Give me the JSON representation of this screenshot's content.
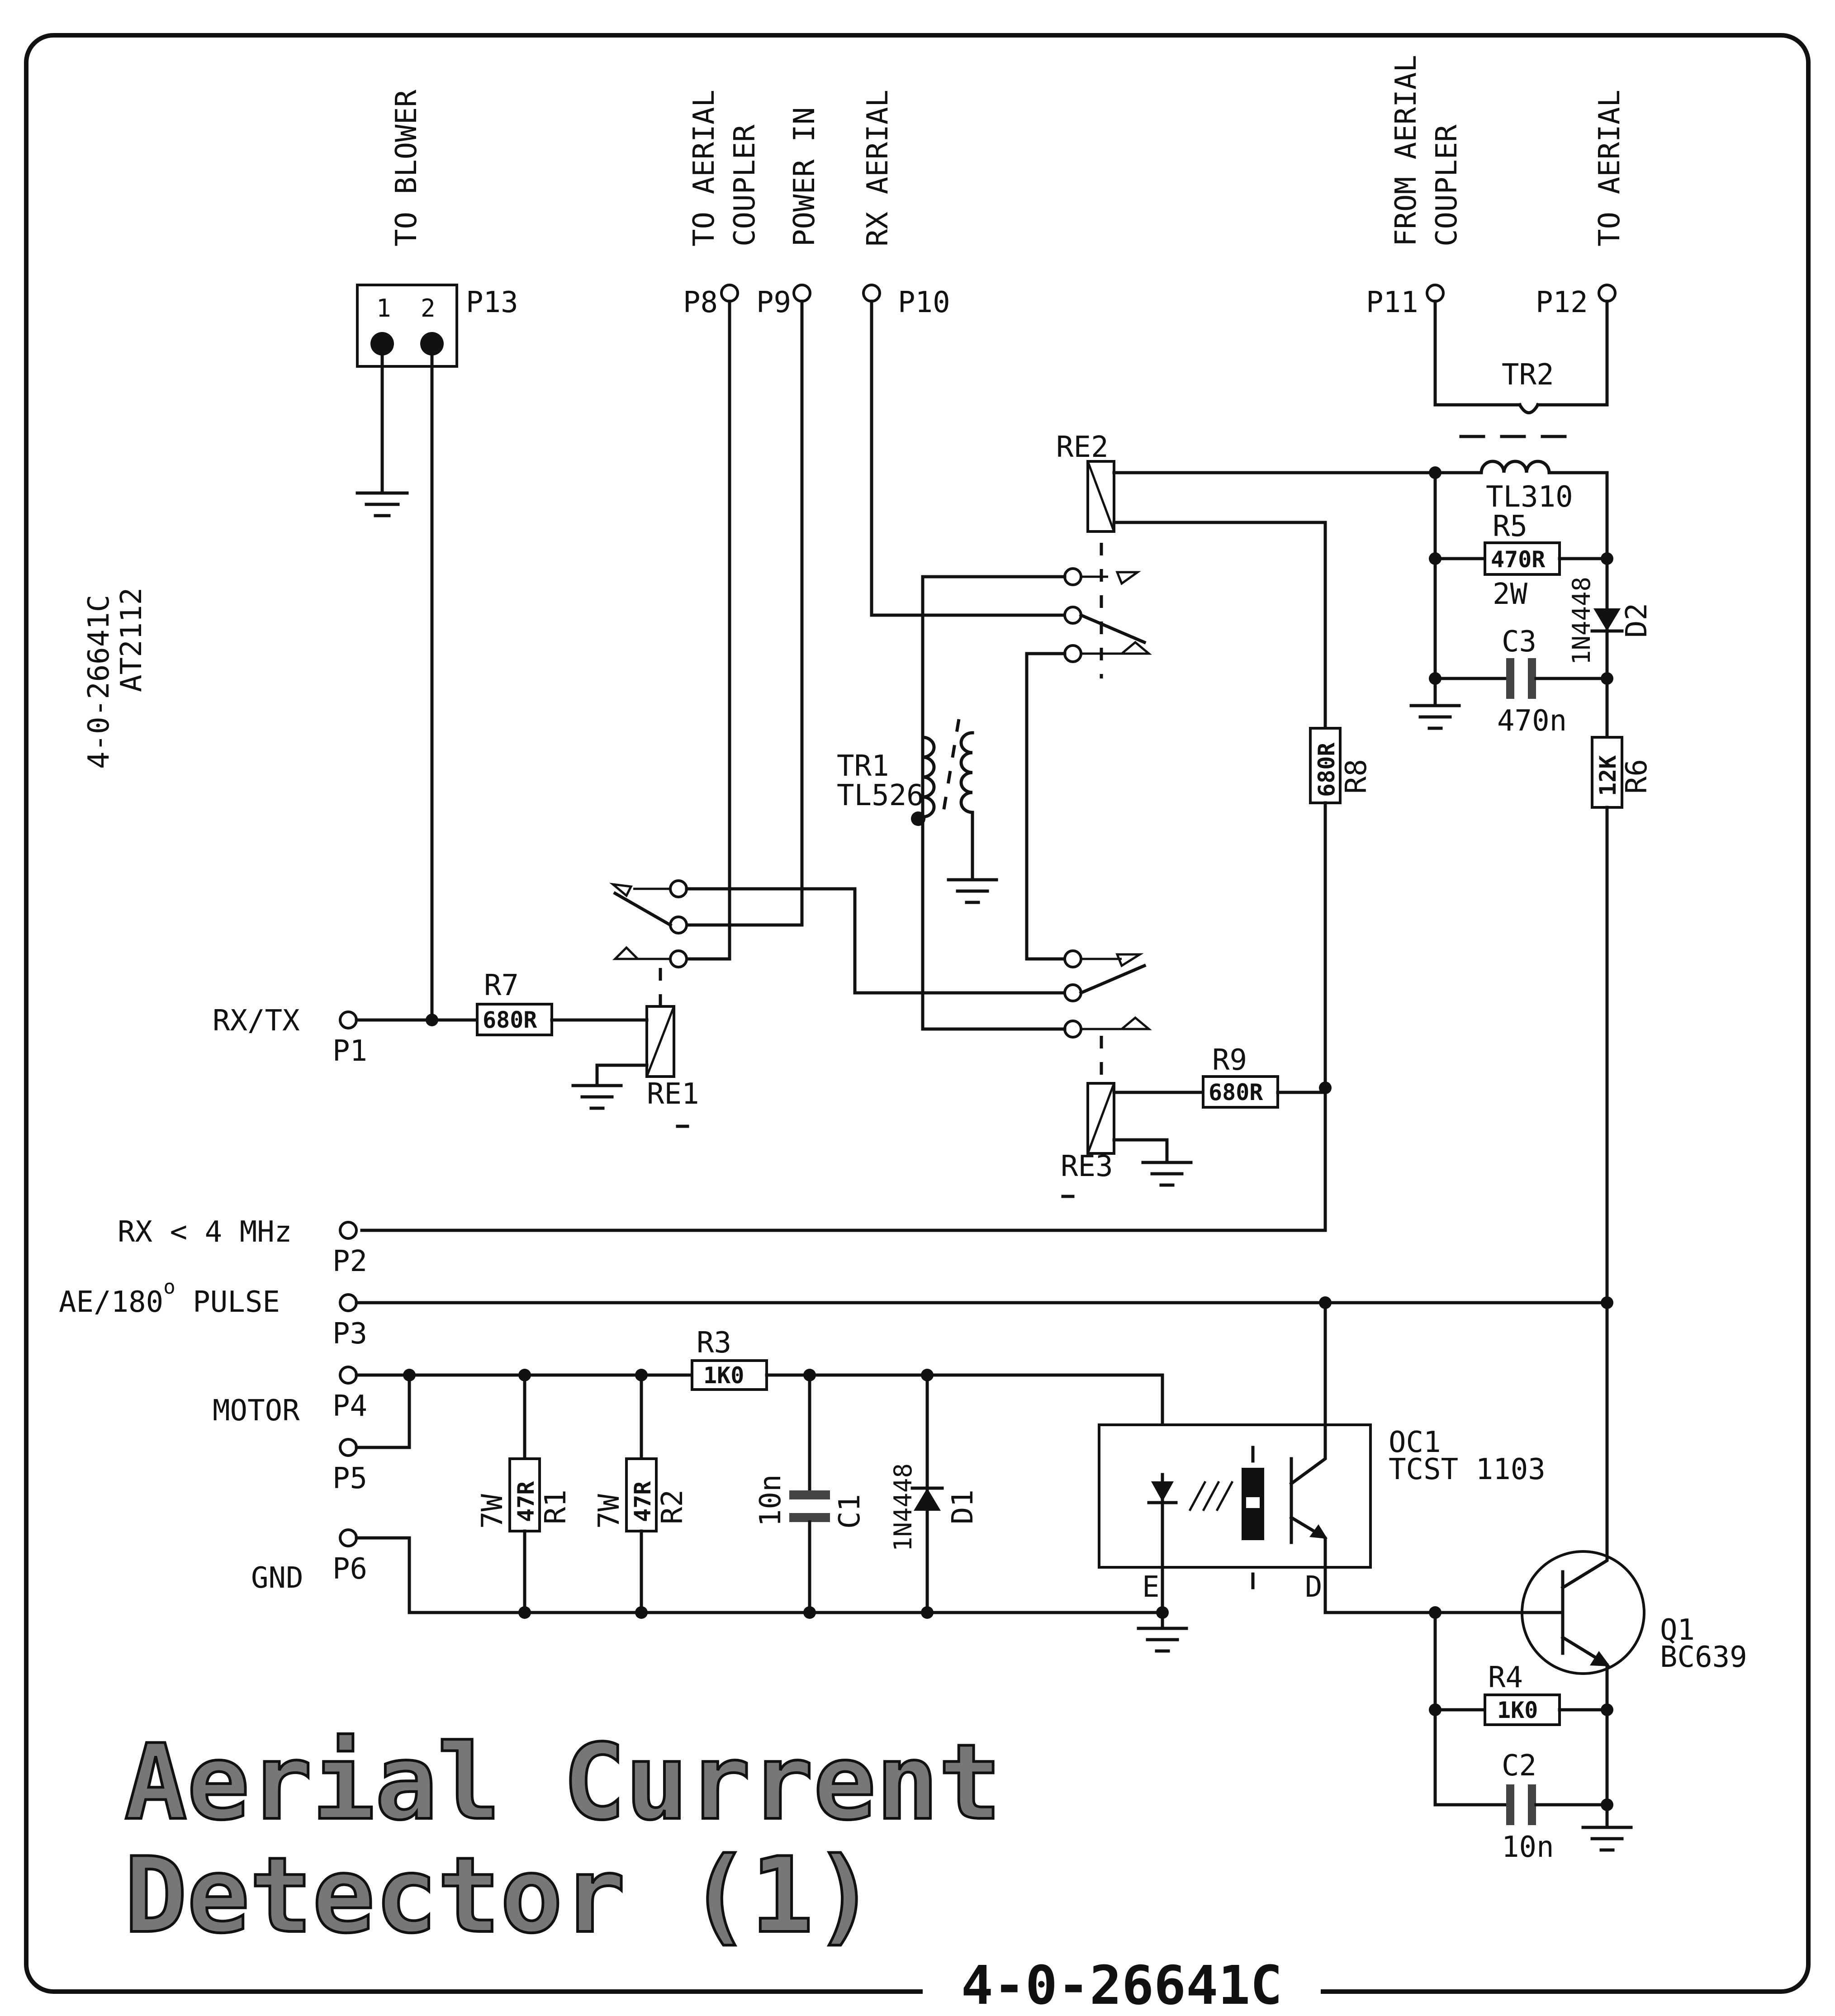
{
  "title": {
    "line1": "Aerial Current",
    "line2": "Detector (1)"
  },
  "drawing_number": "4-0-26641C",
  "side_label": {
    "number": "4-0-26641C",
    "model": "AT2112"
  },
  "connectors": {
    "top": [
      {
        "pin": "P13",
        "label": "TO BLOWER",
        "pins": [
          "1",
          "2"
        ]
      },
      {
        "pin": "P8",
        "label_lines": [
          "TO AERIAL",
          "COUPLER"
        ]
      },
      {
        "pin": "P9",
        "label": "POWER IN"
      },
      {
        "pin": "P10",
        "label": "RX AERIAL"
      },
      {
        "pin": "P11",
        "label_lines": [
          "FROM AERIAL",
          "COUPLER"
        ]
      },
      {
        "pin": "P12",
        "label": "TO AERIAL"
      }
    ],
    "left": [
      {
        "pin": "P1",
        "label": "RX/TX"
      },
      {
        "pin": "P2",
        "label": "RX < 4 MHz"
      },
      {
        "pin": "P3",
        "label_main": "AE/180",
        "label_sup": "o",
        "label_rest": " PULSE"
      },
      {
        "pin": "P4",
        "label": "MOTOR"
      },
      {
        "pin": "P5"
      },
      {
        "pin": "P6",
        "label": "GND"
      }
    ]
  },
  "components": {
    "R1": {
      "value": "47R",
      "rating": "7W"
    },
    "R2": {
      "value": "47R",
      "rating": "7W"
    },
    "R3": {
      "value": "1K0"
    },
    "R4": {
      "value": "1K0"
    },
    "R5": {
      "value": "470R",
      "rating": "2W"
    },
    "R6": {
      "value": "12K"
    },
    "R7": {
      "value": "680R"
    },
    "R8": {
      "value": "680R"
    },
    "R9": {
      "value": "680R"
    },
    "C1": {
      "value": "10n"
    },
    "C2": {
      "value": "10n"
    },
    "C3": {
      "value": "470n"
    },
    "D1": {
      "part": "1N4448"
    },
    "D2": {
      "part": "1N4448"
    },
    "Q1": {
      "part": "BC639"
    },
    "OC1": {
      "part": "TCST 1103",
      "emitter_label": "E",
      "detector_label": "D"
    },
    "TR1": {
      "part": "TL526"
    },
    "TR2": {
      "part": "TL310"
    },
    "RE1": {
      "name": "RE1"
    },
    "RE2": {
      "name": "RE2"
    },
    "RE3": {
      "name": "RE3"
    }
  }
}
